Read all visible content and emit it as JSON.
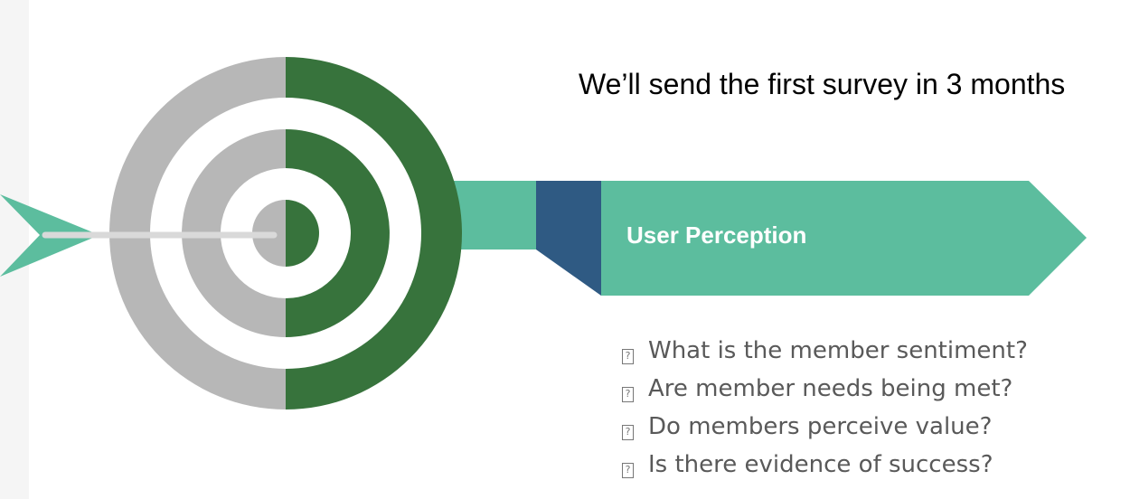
{
  "headline": "We’ll send the first survey in 3 months",
  "banner": {
    "label": "User Perception"
  },
  "questions": [
    "What is the member sentiment?",
    "Are member needs being met?",
    "Do members perceive value?",
    "Is there evidence of success?"
  ],
  "colors": {
    "target_grey": "#b7b7b7",
    "target_green": "#37733c",
    "teal": "#5cbd9e",
    "navy": "#2f5a83",
    "arrow_shaft": "#d9d9d9",
    "question_text": "#595959"
  },
  "icons": {
    "bullet": "missing-glyph-box"
  }
}
